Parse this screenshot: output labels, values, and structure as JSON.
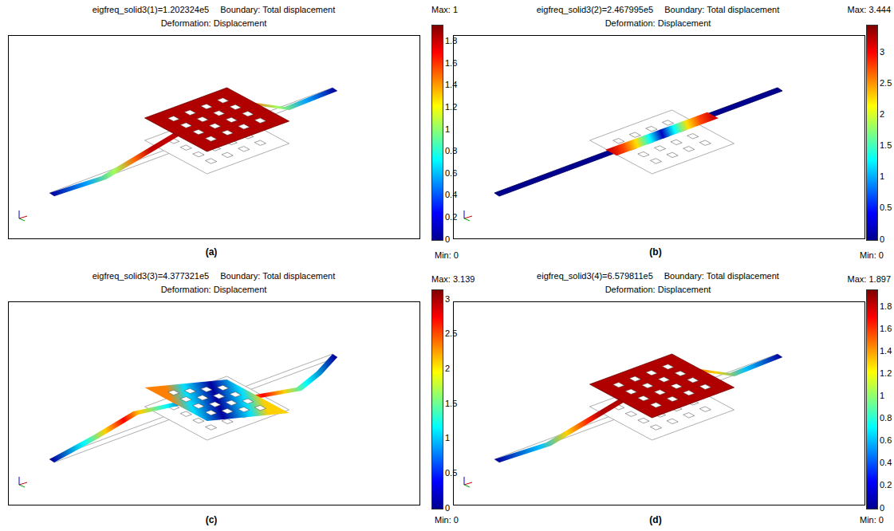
{
  "diagram": {
    "labels": [
      "eigfreq_solid3(1)=1.202324e5",
      "Boundary: Total displacement",
      "Deformation: Displacement",
      "Max: 1",
      "1.8",
      "1.6",
      "1.4",
      "1.2",
      "1",
      "0.8",
      "0.6",
      "0.4",
      "0.2",
      "0",
      "Min: 0",
      "(a)",
      "eigfreq_solid3(2)=2.467995e5",
      "Boundary: Total displacement",
      "Deformation: Displacement",
      "Max: 3.444",
      "3",
      "2.5",
      "2",
      "1.5",
      "1",
      "0.5",
      "0",
      "Min: 0",
      "(b)",
      "eigfreq_solid3(3)=4.377321e5",
      "Boundary: Total displacement",
      "Deformation: Displacement",
      "Max: 3.139",
      "3",
      "2.5",
      "2",
      "1.5",
      "1",
      "0.5",
      "0",
      "Min: 0",
      "(c)",
      "eigfreq_solid3(4)=6.579811e5",
      "Boundary: Total displacement",
      "Deformation: Displacement",
      "Max: 1.897",
      "1.8",
      "1.6",
      "1.4",
      "1.2",
      "1",
      "0.8",
      "0.6",
      "0.4",
      "0.2",
      "0",
      "Min: 0",
      "(d)"
    ]
  }
}
